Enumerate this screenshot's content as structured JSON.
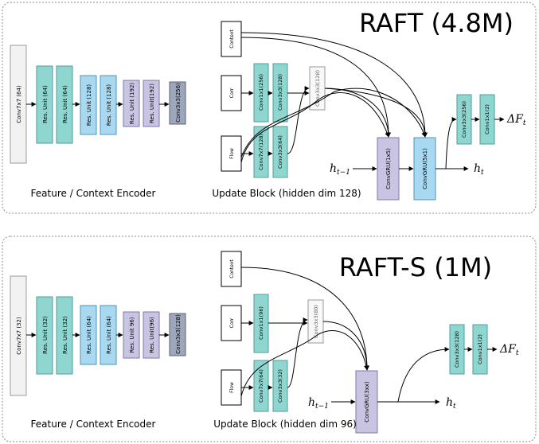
{
  "panels": [
    {
      "title": "RAFT (4.8M)",
      "encoder_caption": "Feature / Context Encoder",
      "update_caption": "Update Block (hidden dim 128)",
      "encoder_blocks": [
        "Conv7x7 (64)",
        "Res. Unit (64)",
        "Res. Unit (64)",
        "Res. Unit (128)",
        "Res. Unit (128)",
        "Res. Unit (192)",
        "Res. Unit(192)",
        "Conv3x3(256)"
      ],
      "inputs": [
        "Context",
        "Corr",
        "Flow"
      ],
      "corr_convs": [
        "Conv1x1(256)",
        "Conv3x3(128)"
      ],
      "flow_convs": [
        "Conv7x7(128)",
        "Conv3x3(64)"
      ],
      "merge_conv": "Conv3x3(128)",
      "gru_blocks": [
        "ConvGRU(1x5)",
        "ConvGRU(5x1)"
      ],
      "head_convs": [
        "Conv3x3(256)",
        "Conv1x1(2)"
      ],
      "h_in_base": "h",
      "h_in_sub": "t−1",
      "h_out_base": "h",
      "h_out_sub": "t",
      "delta_base": "ΔF",
      "delta_sub": "t"
    },
    {
      "title": "RAFT-S (1M)",
      "encoder_caption": "Feature / Context Encoder",
      "update_caption": "Update Block (hidden dim 96)",
      "encoder_blocks": [
        "Conv7x7 (32)",
        "Res. Unit (32)",
        "Res. Unit (32)",
        "Res. Unit (64)",
        "Res. Unit (64)",
        "Res. Unit 96)",
        "Res. Unit(96)",
        "Conv3x3(128)"
      ],
      "inputs": [
        "Context",
        "Corr",
        "Flow"
      ],
      "corr_convs": [
        "Conv1x1(96)"
      ],
      "flow_convs": [
        "Conv7x7(64)",
        "Conv3x3(32)"
      ],
      "merge_conv": "Conv3x3(80)",
      "gru_blocks": [
        "ConvGRU(3xx)"
      ],
      "head_convs": [
        "Conv3x3(128)",
        "Conv1x1(2)"
      ],
      "h_in_base": "h",
      "h_in_sub": "t−1",
      "h_out_base": "h",
      "h_out_sub": "t",
      "delta_base": "ΔF",
      "delta_sub": "t"
    }
  ],
  "colors": {
    "teal": "#8fd5d0",
    "teal_stroke": "#4f9e9a",
    "blue": "#a8d9f0",
    "blue_stroke": "#4e95b8",
    "lavender": "#c8c4e2",
    "lavender_stroke": "#7d77a8",
    "slate": "#9ea6bb",
    "slate_stroke": "#5b6276",
    "grey": "#f2f2f2",
    "grey_stroke": "#9a9a9a"
  }
}
